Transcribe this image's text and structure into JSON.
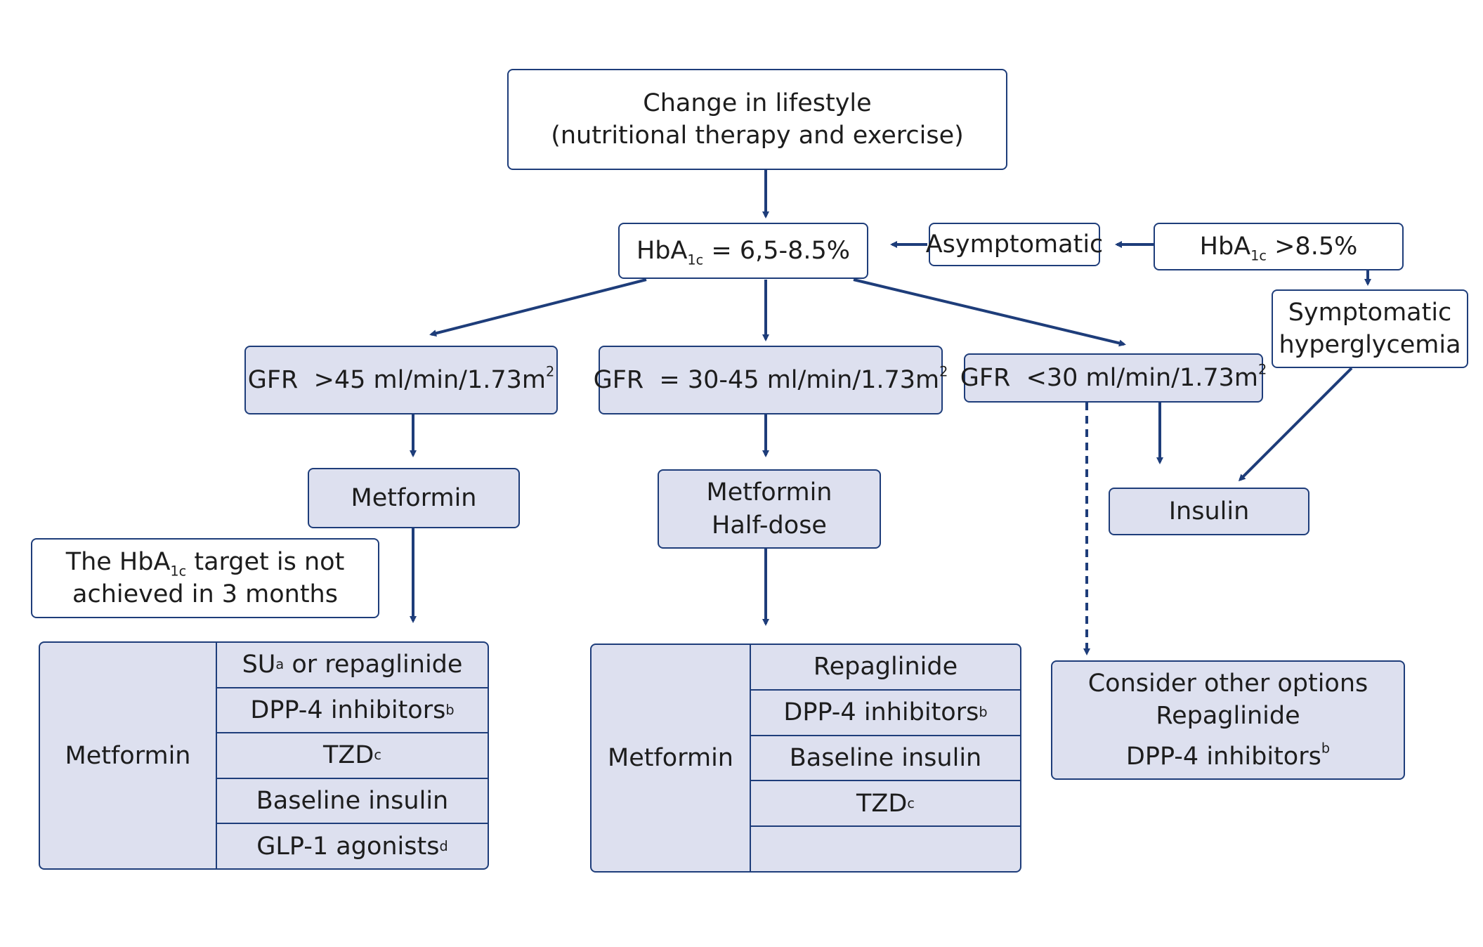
{
  "colors": {
    "line": "#1e3d7a",
    "shaded_fill": "#dde0ef",
    "text": "#1d1d1d"
  },
  "lifestyle": {
    "line1": "Change in lifestyle",
    "line2": "(nutritional therapy and exercise)"
  },
  "hba1c_range": {
    "pre": "HbA",
    "sub": "1c",
    "post": " = 6,5-8.5%"
  },
  "asymptomatic": "Asymptomatic",
  "hba1c_high": {
    "pre": "HbA",
    "sub": "1c",
    "post": " >8.5%"
  },
  "symptomatic": {
    "line1": "Symptomatic",
    "line2": "hyperglycemia"
  },
  "gfr_high": {
    "text": "GFR  >45 ml/min/1.73m",
    "sup": "2"
  },
  "gfr_mid": {
    "text": "GFR  = 30-45 ml/min/1.73m",
    "sup": "2"
  },
  "gfr_low": {
    "text": "GFR  <30 ml/min/1.73m",
    "sup": "2"
  },
  "metformin_box": "Metformin",
  "metformin_half": {
    "line1": "Metformin",
    "line2": "Half-dose"
  },
  "insulin": "Insulin",
  "target_note": {
    "line1_pre": "The HbA",
    "line1_sub": "1c",
    "line1_post": " target is not",
    "line2": "achieved in 3 months"
  },
  "table_left": {
    "lead": "Metformin",
    "rows": [
      {
        "text": "SU",
        "sup": "a",
        "after": " or repaglinide"
      },
      {
        "text": "DPP-4 inhibitors",
        "sup": "b",
        "after": ""
      },
      {
        "text": "TZD",
        "sup": "c",
        "after": ""
      },
      {
        "text": "Baseline insulin",
        "sup": "",
        "after": ""
      },
      {
        "text": "GLP-1 agonists",
        "sup": "d",
        "after": ""
      }
    ]
  },
  "table_mid": {
    "lead": "Metformin",
    "rows": [
      {
        "text": "Repaglinide",
        "sup": "",
        "after": ""
      },
      {
        "text": "DPP-4 inhibitors",
        "sup": "b",
        "after": ""
      },
      {
        "text": "Baseline insulin",
        "sup": "",
        "after": ""
      },
      {
        "text": "TZD",
        "sup": "c",
        "after": ""
      },
      {
        "text": "",
        "sup": "",
        "after": ""
      }
    ]
  },
  "other_options": {
    "line1": "Consider other options",
    "line2": "Repaglinide",
    "line3": "DPP-4 inhibitors",
    "line3_sup": "b"
  }
}
